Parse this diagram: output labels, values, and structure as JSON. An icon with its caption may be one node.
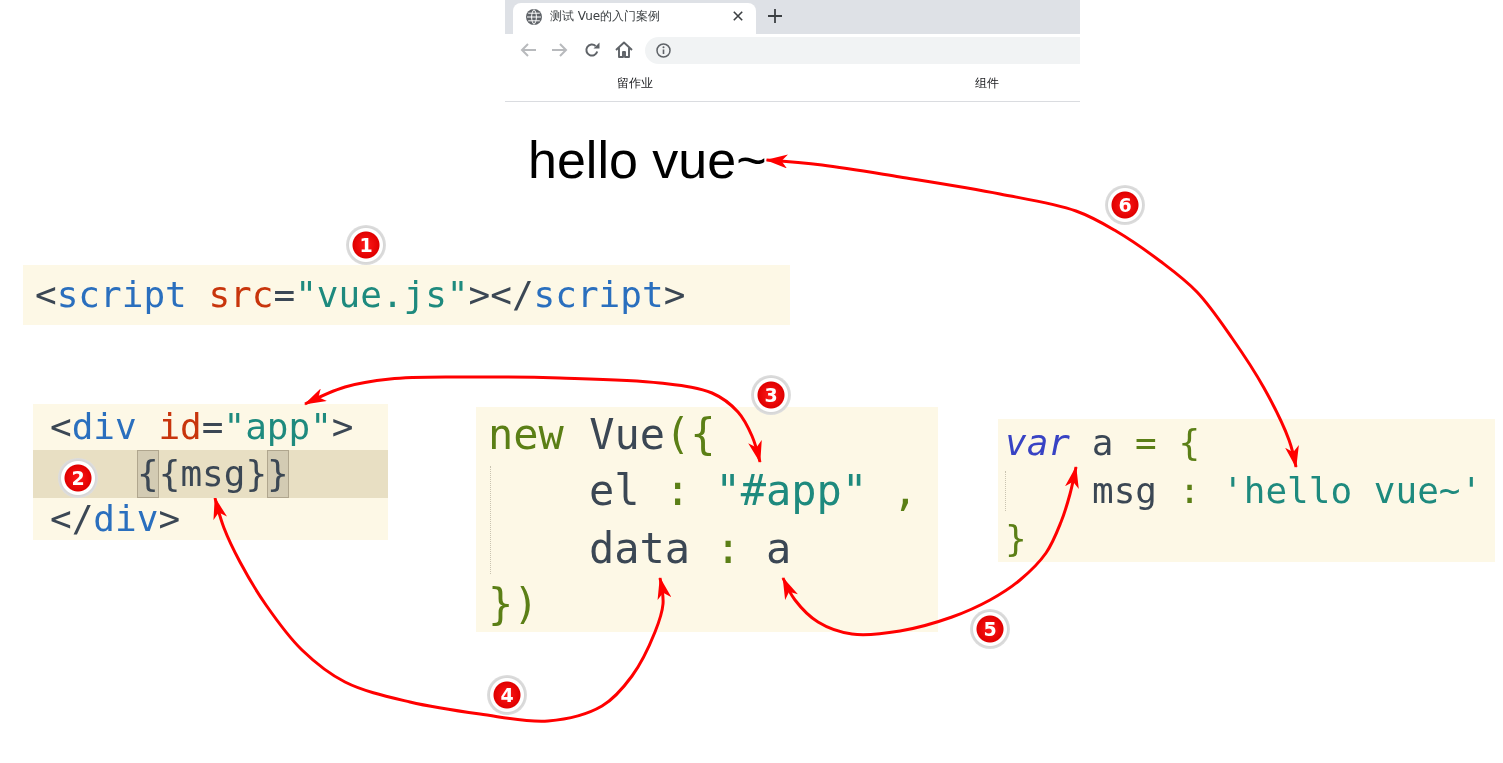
{
  "diagram": {
    "nodes": [
      {
        "text": [
          "hello vue~"
        ]
      },
      {
        "text": [
          "<script src=\"vue.js\"></script>"
        ],
        "beside": [
          "1"
        ]
      },
      {
        "text": [],
        "shape": "box"
      },
      {
        "text": [
          "<div id=\"app\">"
        ],
        "in": 2
      },
      {
        "text": [
          "{{msg}}"
        ],
        "in": 2
      },
      {
        "text": [
          "</div>"
        ],
        "in": 2
      },
      {
        "text": [],
        "shape": "box"
      },
      {
        "text": [
          "new Vue({"
        ],
        "in": 6
      },
      {
        "text": [
          "el : \"#app\" ,"
        ],
        "in": 6
      },
      {
        "text": [
          "data : a"
        ],
        "in": 6
      },
      {
        "text": [
          "})"
        ],
        "in": 6
      },
      {
        "text": [],
        "shape": "box"
      },
      {
        "text": [
          "var a = {"
        ],
        "in": 11
      },
      {
        "text": [
          "msg : 'hello vue~'"
        ],
        "in": 11
      },
      {
        "text": [
          "}"
        ],
        "in": 11
      }
    ],
    "edges": [
      {
        "from": 8,
        "to": 3,
        "arrow": "both",
        "label": "3"
      },
      {
        "from": 9,
        "to": 4,
        "arrow": "both",
        "label": "4"
      },
      {
        "from": 9,
        "to": 12,
        "arrow": "both",
        "label": "5"
      },
      {
        "from": 13,
        "to": 0,
        "arrow": "both",
        "label": "6"
      }
    ],
    "labels": [
      "测试 Vue的入门案例",
      "留作业",
      "组件",
      "2"
    ]
  }
}
